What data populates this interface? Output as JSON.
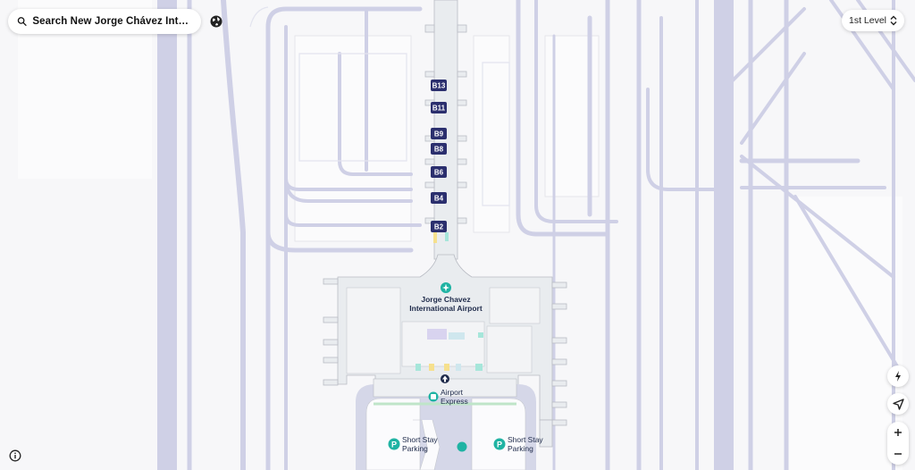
{
  "search": {
    "text": "Search New Jorge Chávez Internation..."
  },
  "level_selector": {
    "label": "1st Level"
  },
  "gates": [
    "B13",
    "B11",
    "B9",
    "B8",
    "B6",
    "B4",
    "B2"
  ],
  "pois": {
    "airport": {
      "line1": "Jorge Chavez",
      "line2": "International Airport"
    },
    "express": {
      "line1": "Airport",
      "line2": "Express"
    },
    "parking_left": {
      "line1": "Short Stay",
      "line2": "Parking"
    },
    "parking_right": {
      "line1": "Short Stay",
      "line2": "Parking"
    }
  },
  "icons": {
    "search": "search-icon",
    "globe": "globe-icon",
    "level": "chevron-up-down-icon",
    "compass": "compass-icon",
    "locate": "location-arrow-icon",
    "zoom_in": "plus-icon",
    "zoom_out": "minus-icon",
    "info": "info-icon"
  },
  "colors": {
    "taxiway": "#cfd0e6",
    "gate_badge": "#2b2f6e",
    "poi_teal": "#1fb3a3",
    "terminal": "#e9ecef"
  }
}
